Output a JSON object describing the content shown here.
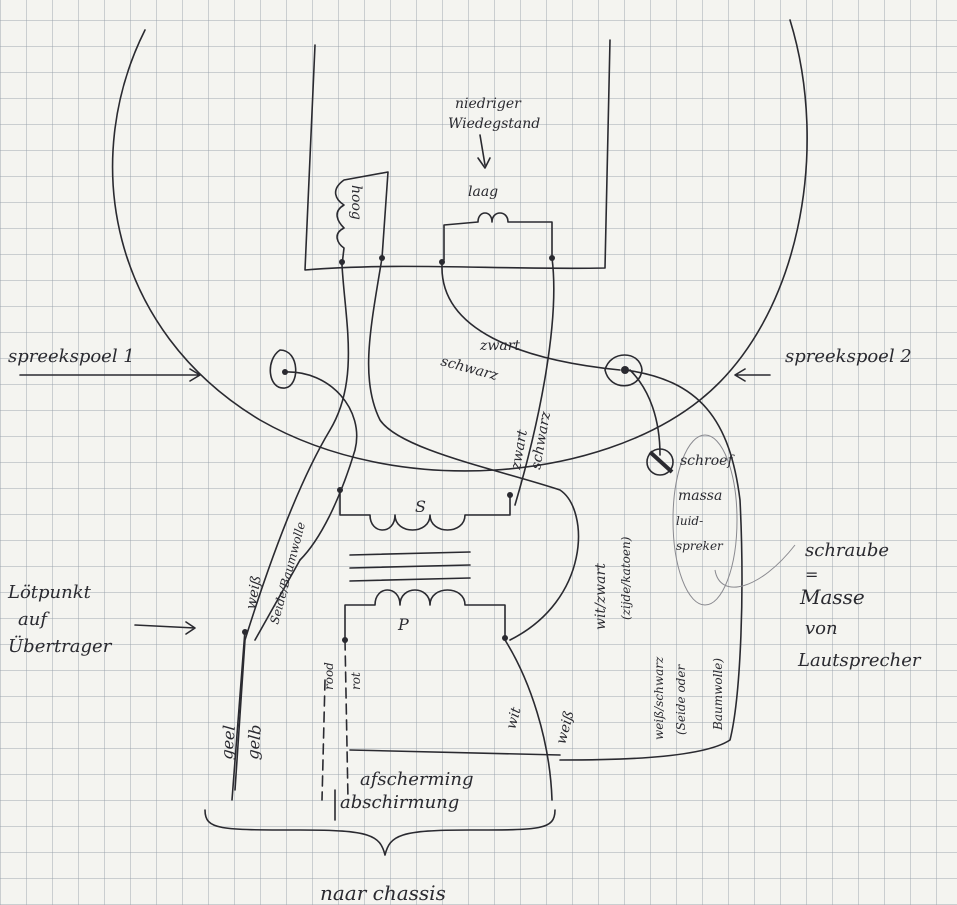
{
  "labels": {
    "resistance_note_1": "niedriger",
    "resistance_note_2": "Wiedegstand",
    "coil_low": "laag",
    "coil_high": "hoog",
    "voice_coil_1": "spreekspoel 1",
    "voice_coil_2": "spreekspoel 2",
    "wire_black_1a": "zwart",
    "wire_black_1b": "schwarz",
    "wire_black_2a": "zwart",
    "wire_black_2b": "schwarz",
    "secondary": "S",
    "primary": "P",
    "wire_white_black_1": "wit/zwart",
    "wire_white_black_2": "(zijde/katoen)",
    "wire_white_black_3": "weiß/schwarz",
    "wire_white_black_4": "(Seide oder",
    "wire_white_black_5": "Baumwolle)",
    "screw_1": "schroef",
    "screw_2": "massa",
    "screw_3": "luid-",
    "screw_4": "spreker",
    "screw_de_1": "schraube",
    "screw_de_2": "=",
    "screw_de_3": "Masse",
    "screw_de_4": "von",
    "screw_de_5": "Lautsprecher",
    "solder_1": "Lötpunkt",
    "solder_2": "auf",
    "solder_3": "Übertrager",
    "wire_white_a": "wit",
    "wire_white_b": "weiß",
    "wire_silk": "Seide/Baumwolle",
    "wire_white_left": "weiß",
    "wire_yellow_a": "geel",
    "wire_yellow_b": "gelb",
    "wire_red_a": "rood",
    "wire_red_b": "rot",
    "wire_white_p_a": "wit",
    "wire_white_p_b": "weiß",
    "shield_a": "afscherming",
    "shield_b": "abschirmung",
    "to_chassis": "naar chassis"
  }
}
